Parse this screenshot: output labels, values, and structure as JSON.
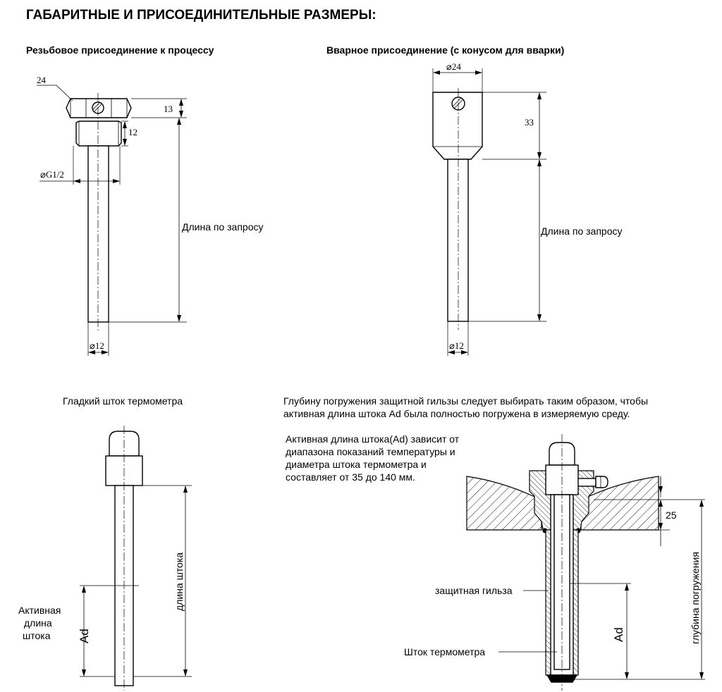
{
  "title": "ГАБАРИТНЫЕ И ПРИСОЕДИНИТЕЛЬНЫЕ РАЗМЕРЫ:",
  "threaded": {
    "heading": "Резьбовое присоединение к процессу",
    "wrench_size": "24",
    "head_height": "13",
    "thread_height": "12",
    "thread_label": "⌀G1/2",
    "length_label": "Длина по запросу",
    "stem_diameter": "⌀12"
  },
  "welded": {
    "heading": "Вварное присоединение (с конусом для вварки)",
    "top_diameter": "⌀24",
    "head_height": "33",
    "length_label": "Длина по запросу",
    "stem_diameter": "⌀12"
  },
  "smooth_stem": {
    "heading": "Гладкий шток термометра",
    "active_label_lines": [
      "Активная",
      "длина",
      "штока"
    ],
    "ad_label": "Ad",
    "stem_length_label": "длина штока"
  },
  "installation": {
    "note_lines": [
      "Глубину погружения защитной гильзы следует выбирать таким образом, чтобы",
      "активная длина штока Ad была полностью погружена в измеряемую среду."
    ],
    "active_note_lines": [
      "Активная длина штока(Ad) зависит от",
      "диапазона показаний температуры и",
      "диаметра штока термометра и",
      "составляет от 35 до 140 мм."
    ],
    "wall_dimension": "25",
    "thermowell_label": "защитная гильза",
    "stem_label": "Шток термометра",
    "ad_label": "Ad",
    "depth_label": "глубина погружения"
  }
}
